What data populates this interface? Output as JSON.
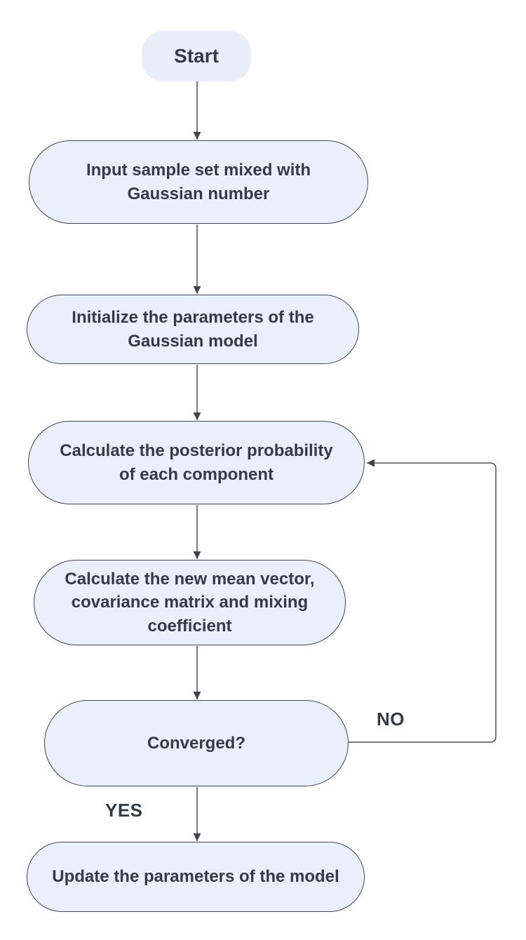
{
  "flowchart": {
    "nodes": [
      {
        "id": "start",
        "label": "Start"
      },
      {
        "id": "input",
        "label": "Input sample set mixed with\nGaussian number"
      },
      {
        "id": "init",
        "label": "Initialize the parameters of the\nGaussian model"
      },
      {
        "id": "posterior",
        "label": "Calculate the posterior probability\nof each component"
      },
      {
        "id": "newmean",
        "label": "Calculate the new mean vector,\ncovariance matrix and mixing\ncoefficient"
      },
      {
        "id": "converged",
        "label": "Converged?"
      },
      {
        "id": "update",
        "label": "Update the parameters of the model"
      }
    ],
    "edge_labels": {
      "yes": "YES",
      "no": "NO"
    },
    "colors": {
      "background": "#ffffff",
      "node_fill": "#e9f0fb",
      "start_fill": "#e8effb",
      "node_border": "#3f4754",
      "text": "#333b47",
      "connector": "#4a5058"
    }
  }
}
